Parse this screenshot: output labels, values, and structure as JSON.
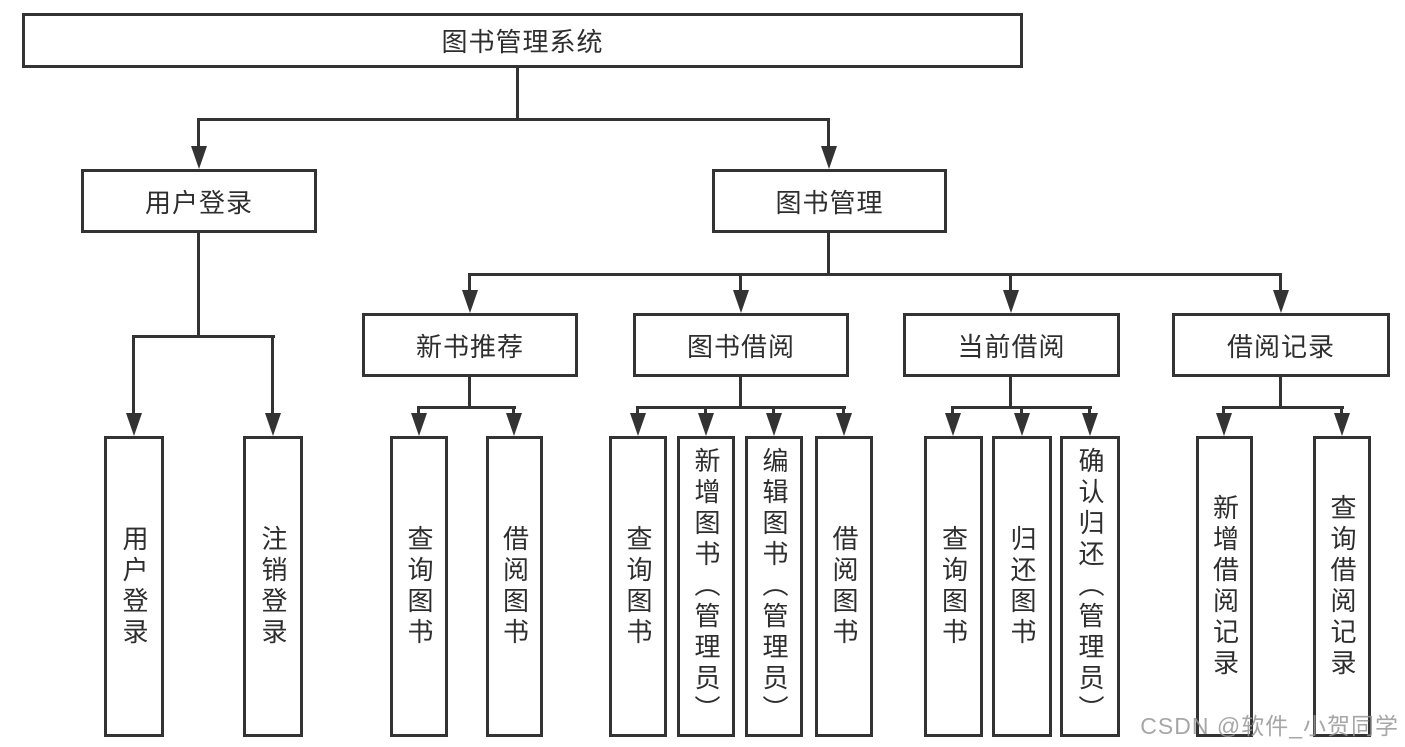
{
  "diagram": {
    "root": {
      "label": "图书管理系统"
    },
    "branches": [
      {
        "label": "用户登录",
        "children": [
          {
            "label": "用户登录"
          },
          {
            "label": "注销登录"
          }
        ]
      },
      {
        "label": "图书管理",
        "children": [
          {
            "label": "新书推荐",
            "children": [
              {
                "label": "查询图书"
              },
              {
                "label": "借阅图书"
              }
            ]
          },
          {
            "label": "图书借阅",
            "children": [
              {
                "label": "查询图书"
              },
              {
                "label": "新增图书（管理员）"
              },
              {
                "label": "编辑图书（管理员）"
              },
              {
                "label": "借阅图书"
              }
            ]
          },
          {
            "label": "当前借阅",
            "children": [
              {
                "label": "查询图书"
              },
              {
                "label": "归还图书"
              },
              {
                "label": "确认归还（管理员）"
              }
            ]
          },
          {
            "label": "借阅记录",
            "children": [
              {
                "label": "新增借阅记录"
              },
              {
                "label": "查询借阅记录"
              }
            ]
          }
        ]
      }
    ]
  },
  "watermark": {
    "text": "CSDN @软件_小贺同学"
  },
  "colors": {
    "line": "#333333",
    "border": "#333333",
    "text": "#2e2e2e",
    "background": "#ffffff",
    "watermark": "#969696"
  }
}
